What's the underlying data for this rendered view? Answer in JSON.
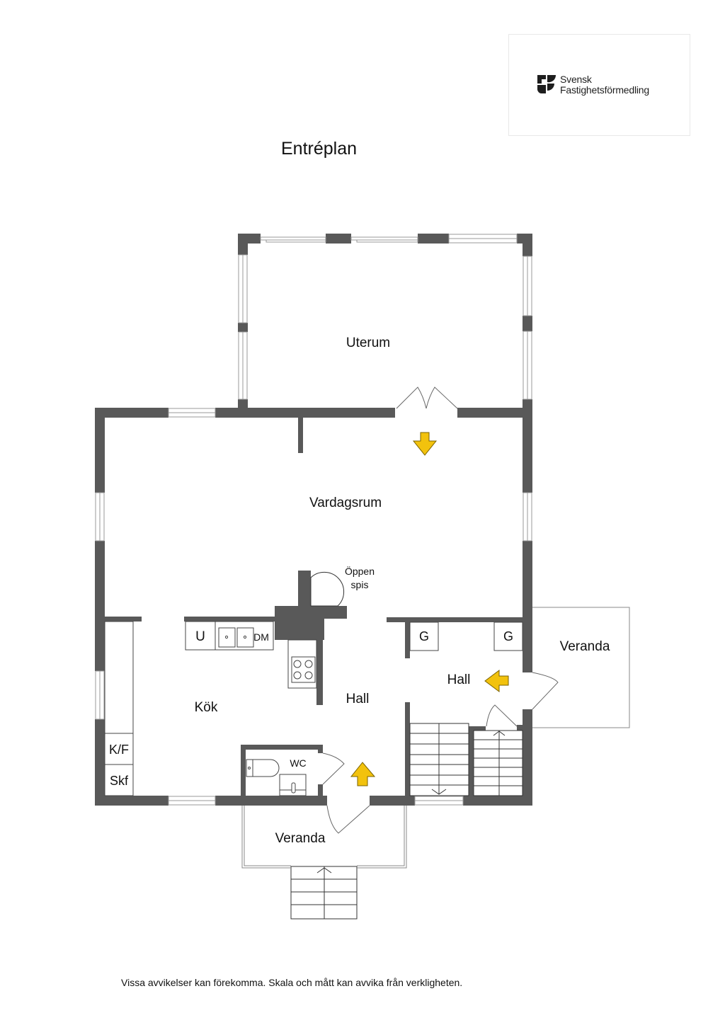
{
  "logo": {
    "line1": "Svensk",
    "line2": "Fastighetsförmedling"
  },
  "page_title": "Entréplan",
  "rooms": {
    "uterum": "Uterum",
    "vardagsrum": "Vardagsrum",
    "oppen_spis_line1": "Öppen",
    "oppen_spis_line2": "spis",
    "kok": "Kök",
    "hall_center": "Hall",
    "hall_right": "Hall",
    "wc": "WC",
    "veranda_bottom": "Veranda",
    "veranda_right": "Veranda"
  },
  "fixtures": {
    "fridge": "U",
    "dishwasher": "DM",
    "fridge_freezer": "K/F",
    "cabinet": "Skf",
    "wardrobe_1": "G",
    "wardrobe_2": "G"
  },
  "colors": {
    "wall": "#595959",
    "arrow": "#f2c20d",
    "arrow_stroke": "#7a6200"
  },
  "disclaimer": "Vissa avvikelser kan förekomma. Skala och mått kan avvika från verkligheten."
}
